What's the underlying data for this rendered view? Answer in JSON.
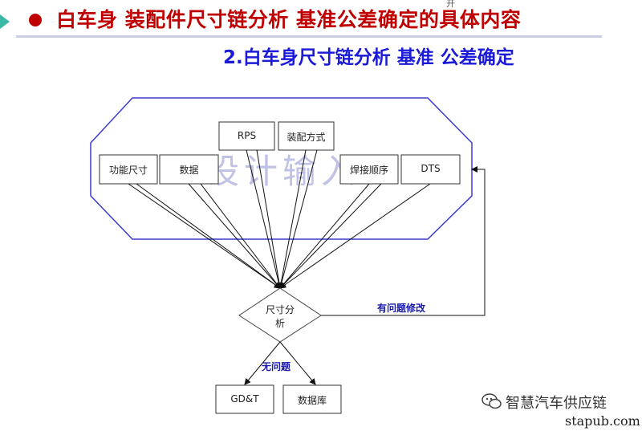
{
  "header": {
    "title": "白车身 装配件尺寸链分析 基准公差确定的具体内容",
    "note": "开",
    "subtitle": "2.白车身尺寸链分析 基准 公差确定"
  },
  "diagram": {
    "watermark": "设计输入",
    "inputs": {
      "rps": "RPS",
      "assembly_method": "装配方式",
      "function_size": "功能尺寸",
      "data": "数据",
      "welding_order": "焊接顺序",
      "dts": "DTS"
    },
    "decision": {
      "line1": "尺寸分",
      "line2": "析"
    },
    "edge_problem": "有问题修改",
    "edge_ok": "无问题",
    "outputs": {
      "gdt": "GD&T",
      "database": "数据库"
    }
  },
  "footer": {
    "brand": "智慧汽车供应链",
    "site": "stapub.com"
  }
}
